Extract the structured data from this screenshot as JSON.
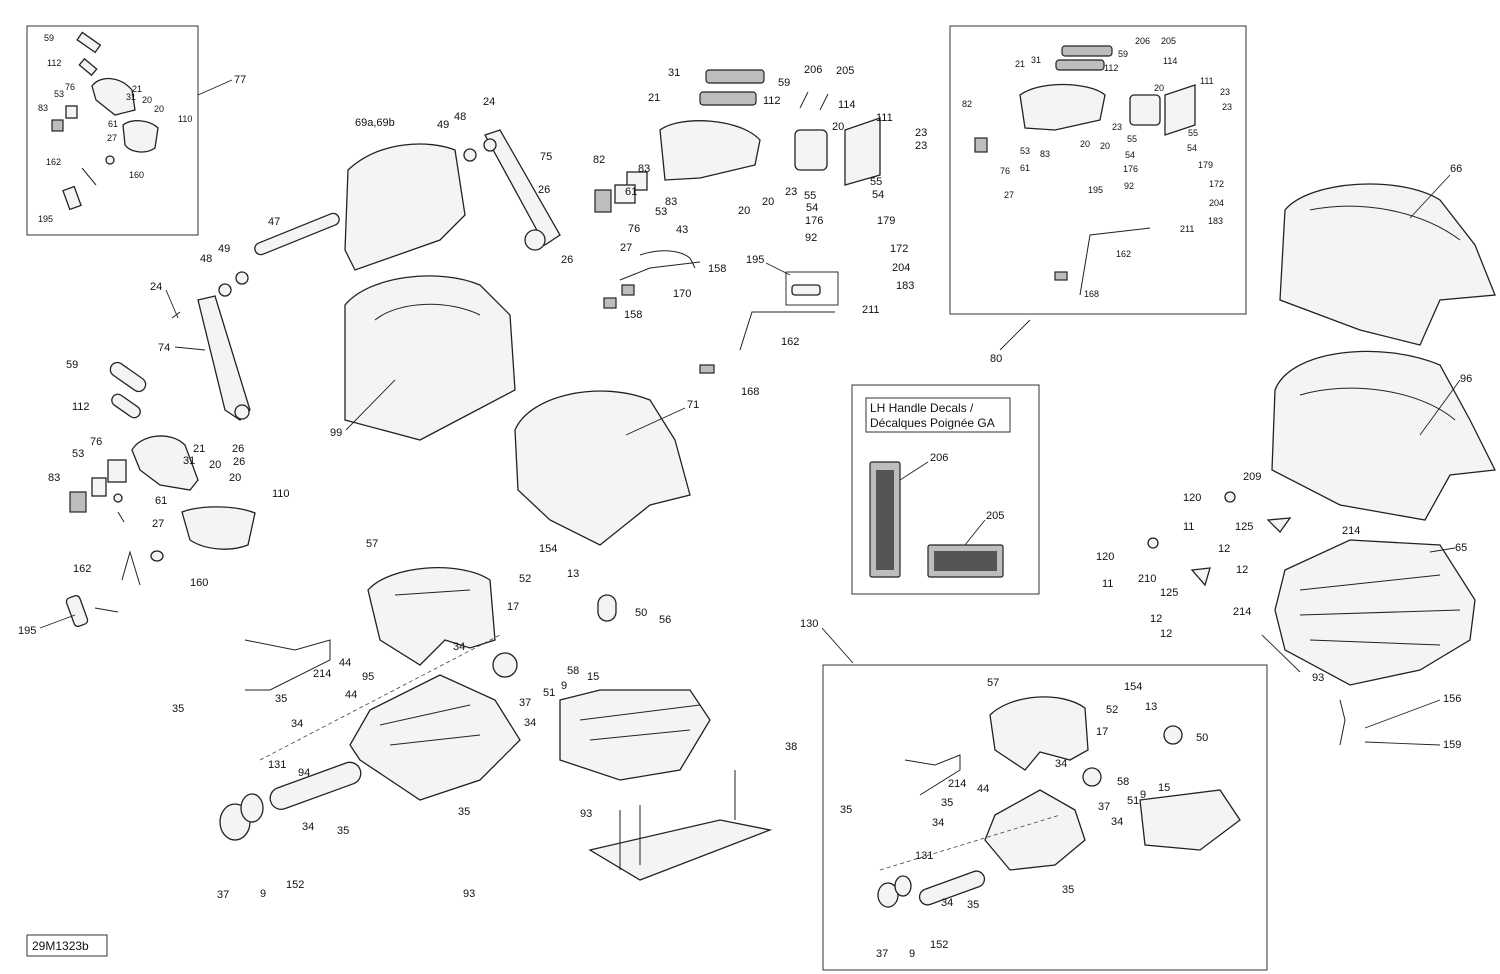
{
  "diagram_code": "29M1323b",
  "decal_box": {
    "title_line1": "LH Handle Decals /",
    "title_line2": "Décalques Poignée GA",
    "decal_206": "206",
    "decal_205": "205"
  },
  "callouts": {
    "c59": "59",
    "c112": "112",
    "c76": "76",
    "c53": "53",
    "c83": "83",
    "c21": "21",
    "c31": "31",
    "c20": "20",
    "c61": "61",
    "c27": "27",
    "c110": "110",
    "c162": "162",
    "c160": "160",
    "c195": "195",
    "c77": "77",
    "c47": "47",
    "c48": "48",
    "c49": "49",
    "c24": "24",
    "c74": "74",
    "c75": "75",
    "c26": "26",
    "c69": "69a,69b",
    "c99": "99",
    "c71": "71",
    "c43": "43",
    "c158": "158",
    "c170": "170",
    "c82": "82",
    "c206": "206",
    "c205": "205",
    "c114": "114",
    "c111": "111",
    "c23": "23",
    "c55": "55",
    "c54": "54",
    "c176": "176",
    "c179": "179",
    "c92": "92",
    "c172": "172",
    "c204": "204",
    "c183": "183",
    "c211": "211",
    "c168": "168",
    "c80": "80",
    "c66": "66",
    "c96": "96",
    "c65": "65",
    "c209": "209",
    "c120": "120",
    "c11": "11",
    "c125": "125",
    "c12": "12",
    "c210": "210",
    "c214": "214",
    "c93": "93",
    "c156": "156",
    "c159": "159",
    "c57": "57",
    "c44": "44",
    "c35": "35",
    "c34": "34",
    "c95": "95",
    "c94": "94",
    "c131": "131",
    "c37": "37",
    "c9": "9",
    "c152": "152",
    "c154": "154",
    "c52": "52",
    "c13": "13",
    "c17": "17",
    "c50": "50",
    "c56": "56",
    "c58": "58",
    "c15": "15",
    "c51": "51",
    "c38": "38",
    "c130": "130"
  }
}
